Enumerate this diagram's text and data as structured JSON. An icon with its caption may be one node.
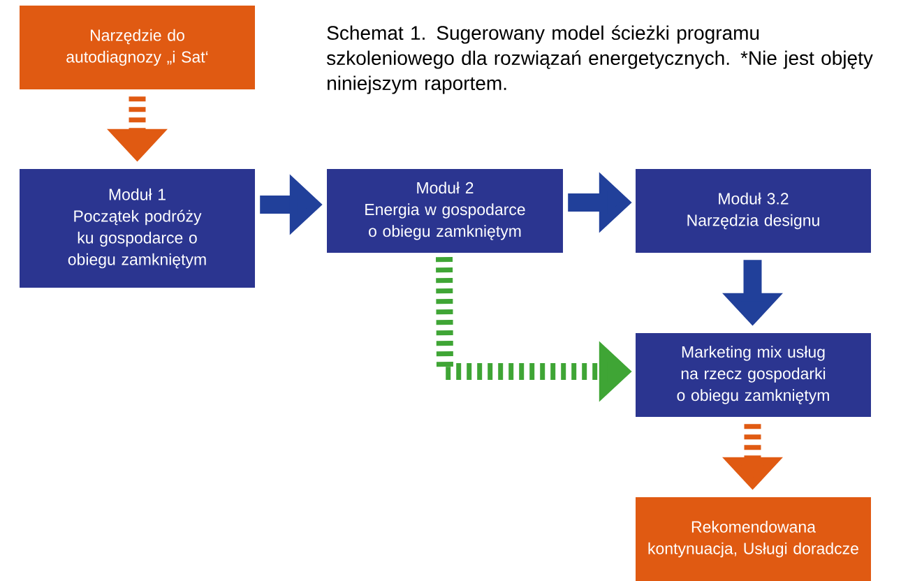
{
  "diagram": {
    "title": "Schemat 1. Sugerowany model ścieżki programu szkoleniowego dla rozwiązań energetycznych. *Nie jest objęty niniejszym raportem.",
    "nodes": [
      {
        "text": [
          "Narzędzie do autodiagnozy „i Sat‘"
        ]
      },
      {
        "text": [
          "Moduł 1",
          "Początek podróży ku gospodarce o obiegu zamkniętym"
        ]
      },
      {
        "text": [
          "Moduł 2",
          "Energia w gospodarce o obiegu zamkniętym"
        ]
      },
      {
        "text": [
          "Moduł 3.2",
          "Narzędzia designu"
        ]
      },
      {
        "text": [
          "Marketing mix usług na rzecz gospodarki o obiegu zamkniętym"
        ]
      },
      {
        "text": [
          "Rekomendowana kontynuacja, Usługi doradcze"
        ]
      }
    ],
    "edges": [
      {
        "from": 0,
        "to": 1,
        "arrow": "to",
        "style": "dashed",
        "color": "#e05a12"
      },
      {
        "from": 1,
        "to": 2,
        "arrow": "to"
      },
      {
        "from": 2,
        "to": 3,
        "arrow": "to"
      },
      {
        "from": 3,
        "to": 4,
        "arrow": "to"
      },
      {
        "from": 2,
        "to": 4,
        "arrow": "to",
        "style": "dashed",
        "color": "#3fa535"
      },
      {
        "from": 4,
        "to": 5,
        "arrow": "to",
        "style": "dashed",
        "color": "#e05a12"
      }
    ]
  }
}
